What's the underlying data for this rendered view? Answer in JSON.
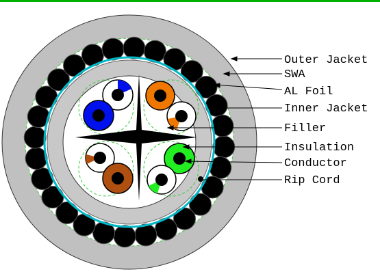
{
  "diagram": {
    "labels": [
      {
        "key": "outer_jacket",
        "text": "Outer Jacket"
      },
      {
        "key": "swa",
        "text": "SWA"
      },
      {
        "key": "al_foil",
        "text": "AL Foil"
      },
      {
        "key": "inner_jacket",
        "text": "Inner Jacket"
      },
      {
        "key": "filler",
        "text": "Filler"
      },
      {
        "key": "insulation",
        "text": "Insulation"
      },
      {
        "key": "conductor",
        "text": "Conductor"
      },
      {
        "key": "rip_cord",
        "text": "Rip Cord"
      }
    ],
    "colors": {
      "top_border": "#00b000",
      "outer_jacket": "#c0c0c0",
      "swa_wire": "#000000",
      "al_foil": "#00b8c8",
      "inner_jacket": "#c8c8c8",
      "core": "#ffffff",
      "pair_outline": "#33cc33",
      "conductor": "#000000",
      "pairs": [
        {
          "name": "blue",
          "solid": "#0011ee",
          "stripe": "#0011ee"
        },
        {
          "name": "orange",
          "solid": "#f07800",
          "stripe": "#f07800"
        },
        {
          "name": "brown",
          "solid": "#b05010",
          "stripe": "#b05010"
        },
        {
          "name": "green",
          "solid": "#22ee22",
          "stripe": "#22ee22"
        }
      ]
    },
    "swa_wire_count": 28
  }
}
